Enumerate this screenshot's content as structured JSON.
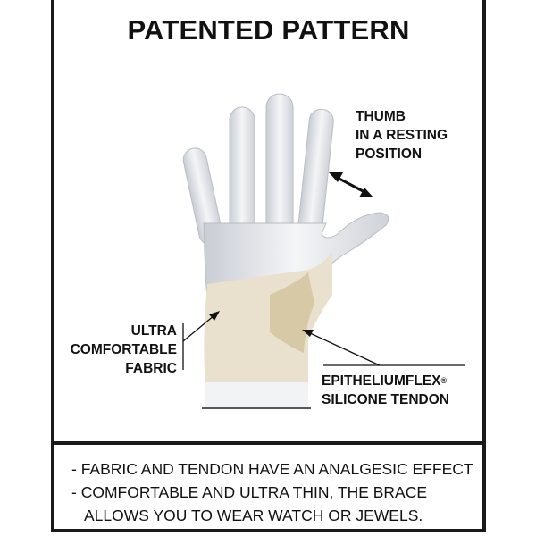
{
  "title": "PATENTED PATTERN",
  "labels": {
    "thumb": [
      "THUMB",
      "IN A RESTING",
      "POSITION"
    ],
    "fabric": [
      "ULTRA",
      "COMFORTABLE",
      "FABRIC"
    ],
    "tendon_line1": "EPITHELIUMFLEX",
    "tendon_reg": "®",
    "tendon_line2": "SILICONE TENDON"
  },
  "bullets": [
    "- FABRIC AND TENDON HAVE AN ANALGESIC EFFECT",
    "- COMFORTABLE AND ULTRA THIN, THE BRACE",
    "ALLOWS YOU TO WEAR WATCH OR JEWELS."
  ],
  "colors": {
    "border": "#1a1a1a",
    "brace": "#e9e0cd",
    "tendon": "#d8c9a6",
    "hand": "#e6e8ec"
  }
}
